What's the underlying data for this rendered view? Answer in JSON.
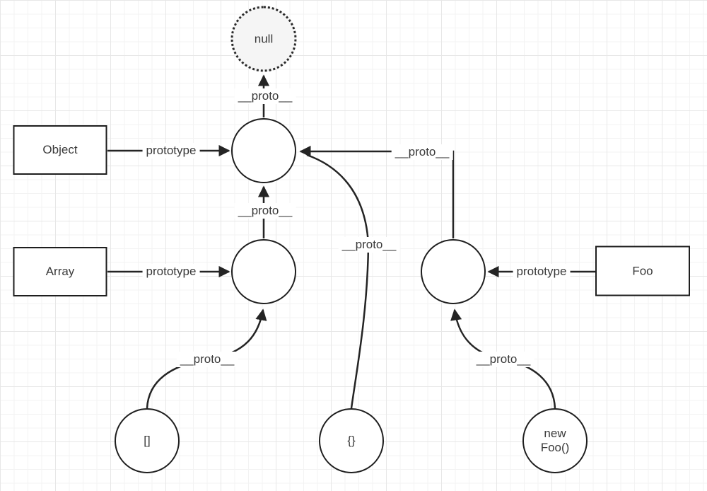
{
  "diagram": {
    "description": "JavaScript prototype chain diagram",
    "labels": {
      "proto": "__proto__",
      "prototype": "prototype"
    },
    "nodes": {
      "null_node": {
        "label": "null"
      },
      "object_class": {
        "label": "Object"
      },
      "array_class": {
        "label": "Array"
      },
      "foo_class": {
        "label": "Foo"
      },
      "array_literal": {
        "label": "[]"
      },
      "object_literal": {
        "label": "{}"
      },
      "new_foo_instance": {
        "line1": "new",
        "line2": "Foo()"
      }
    },
    "colors": {
      "stroke": "#242424",
      "text": "#3a3a3a",
      "null_fill": "#f5f5f5",
      "shape_fill": "#ffffff",
      "grid_minor": "#f3f3f3",
      "grid_major": "#e7e7e7"
    }
  }
}
